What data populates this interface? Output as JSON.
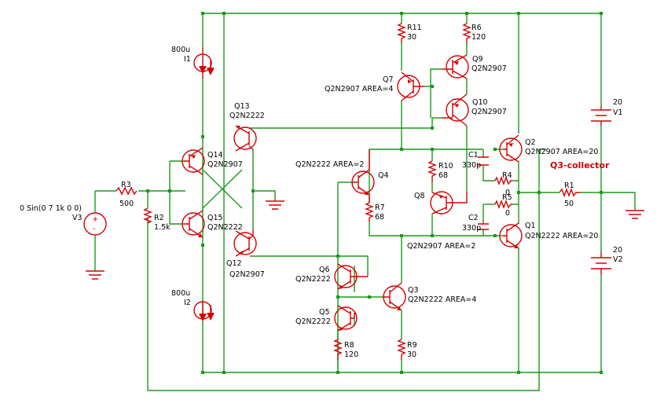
{
  "colors": {
    "wire": "#1a9a1a",
    "component": "#d40000",
    "text": "#000000",
    "background": "#ffffff"
  },
  "components": {
    "R11": {
      "name": "R11",
      "value": "30"
    },
    "R6": {
      "name": "R6",
      "value": "120"
    },
    "Q9": {
      "name": "Q9",
      "model": "Q2N2907"
    },
    "Q7": {
      "name": "Q7",
      "model": "Q2N2907 AREA=4"
    },
    "Q10": {
      "name": "Q10",
      "model": "Q2N2907"
    },
    "I1": {
      "name": "I1",
      "value": "800u"
    },
    "I2": {
      "name": "I2",
      "value": "800u"
    },
    "Q13": {
      "name": "Q13",
      "model": "Q2N2222"
    },
    "Q14": {
      "name": "Q14",
      "model": "Q2N2907"
    },
    "Q15": {
      "name": "Q15",
      "model": "Q2N2222"
    },
    "Q12": {
      "name": "Q12",
      "model": "Q2N2907"
    },
    "R3": {
      "name": "R3",
      "value": "500"
    },
    "R2": {
      "name": "R2",
      "value": "1.5k"
    },
    "V3": {
      "name": "V3",
      "value": "0 Sin(0 7 1k 0 0)"
    },
    "Q4": {
      "name": "Q4",
      "model": "Q2N2222 AREA=2"
    },
    "R7": {
      "name": "R7",
      "value": "68"
    },
    "R10": {
      "name": "R10",
      "value": "68"
    },
    "Q8": {
      "name": "Q8",
      "model": "Q2N2907 AREA=2"
    },
    "C1": {
      "name": "C1",
      "value": "330p"
    },
    "C2": {
      "name": "C2",
      "value": "330p"
    },
    "R4": {
      "name": "R4",
      "value": "0"
    },
    "R5": {
      "name": "R5",
      "value": "0"
    },
    "Q2": {
      "name": "Q2",
      "model": "Q2N2907 AREA=20"
    },
    "Q1": {
      "name": "Q1",
      "model": "Q2N2222 AREA=20"
    },
    "R1": {
      "name": "R1",
      "value": "50"
    },
    "V1": {
      "name": "V1",
      "value": "20"
    },
    "V2": {
      "name": "V2",
      "value": "20"
    },
    "Q6": {
      "name": "Q6",
      "model": "Q2N2222"
    },
    "Q5": {
      "name": "Q5",
      "model": "Q2N2222"
    },
    "Q3": {
      "name": "Q3",
      "model": "Q2N2222 AREA=4"
    },
    "R8": {
      "name": "R8",
      "value": "120"
    },
    "R9": {
      "name": "R9",
      "value": "30"
    }
  },
  "probe": {
    "label": "Q3-collector"
  }
}
